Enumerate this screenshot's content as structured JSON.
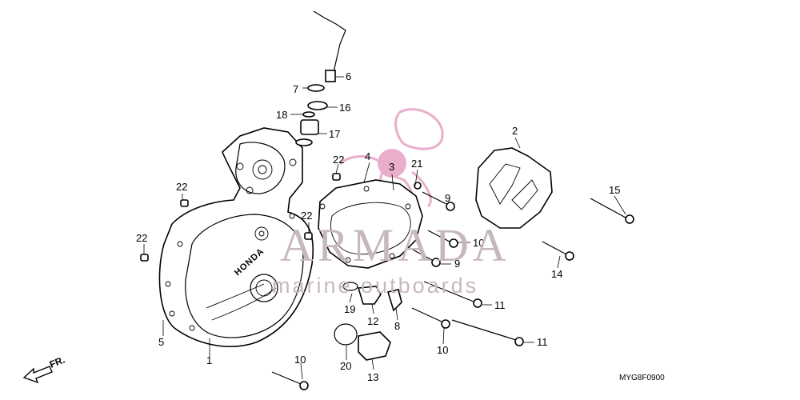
{
  "callouts": {
    "c1": "1",
    "c2": "2",
    "c3": "3",
    "c4": "4",
    "c5": "5",
    "c6": "6",
    "c7": "7",
    "c8": "8",
    "c9a": "9",
    "c9b": "9",
    "c10a": "10",
    "c10b": "10",
    "c10c": "10",
    "c11a": "11",
    "c11b": "11",
    "c12": "12",
    "c13": "13",
    "c14": "14",
    "c15": "15",
    "c16": "16",
    "c17": "17",
    "c18": "18",
    "c19": "19",
    "c20": "20",
    "c21": "21",
    "c22a": "22",
    "c22b": "22",
    "c22c": "22",
    "c22d": "22"
  },
  "embossed_text": "HONDA",
  "front_arrow_label": "FR.",
  "diagram_code": "MYG8F0900",
  "watermark": {
    "brand": "ARMADA",
    "tagline": "marine outboards",
    "color": "#c7b7bf",
    "logo_color": "#e7a0c4"
  }
}
